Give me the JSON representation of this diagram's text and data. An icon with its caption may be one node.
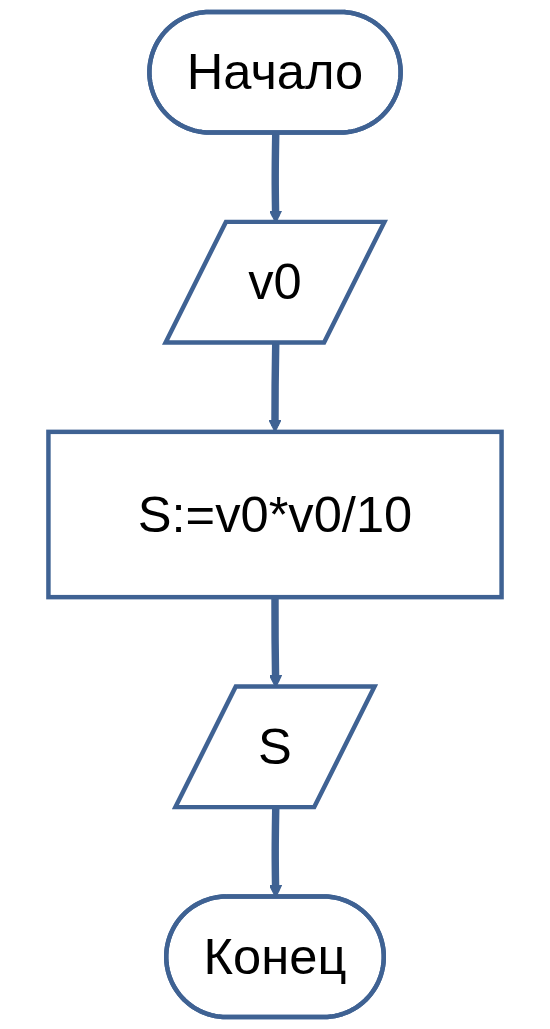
{
  "diagram": {
    "nodes": [
      {
        "text": [
          "Начало"
        ]
      },
      {
        "text": [
          "v0"
        ]
      },
      {
        "text": [
          "S:=v0*v0/10"
        ]
      },
      {
        "text": [
          "S"
        ]
      },
      {
        "text": [
          "Конец"
        ]
      }
    ],
    "edges": [
      {
        "from": 0,
        "to": 1,
        "arrow": "to"
      },
      {
        "from": 1,
        "to": 2,
        "arrow": "to"
      },
      {
        "from": 2,
        "to": 3,
        "arrow": "to"
      },
      {
        "from": 3,
        "to": 4,
        "arrow": "to"
      }
    ]
  }
}
